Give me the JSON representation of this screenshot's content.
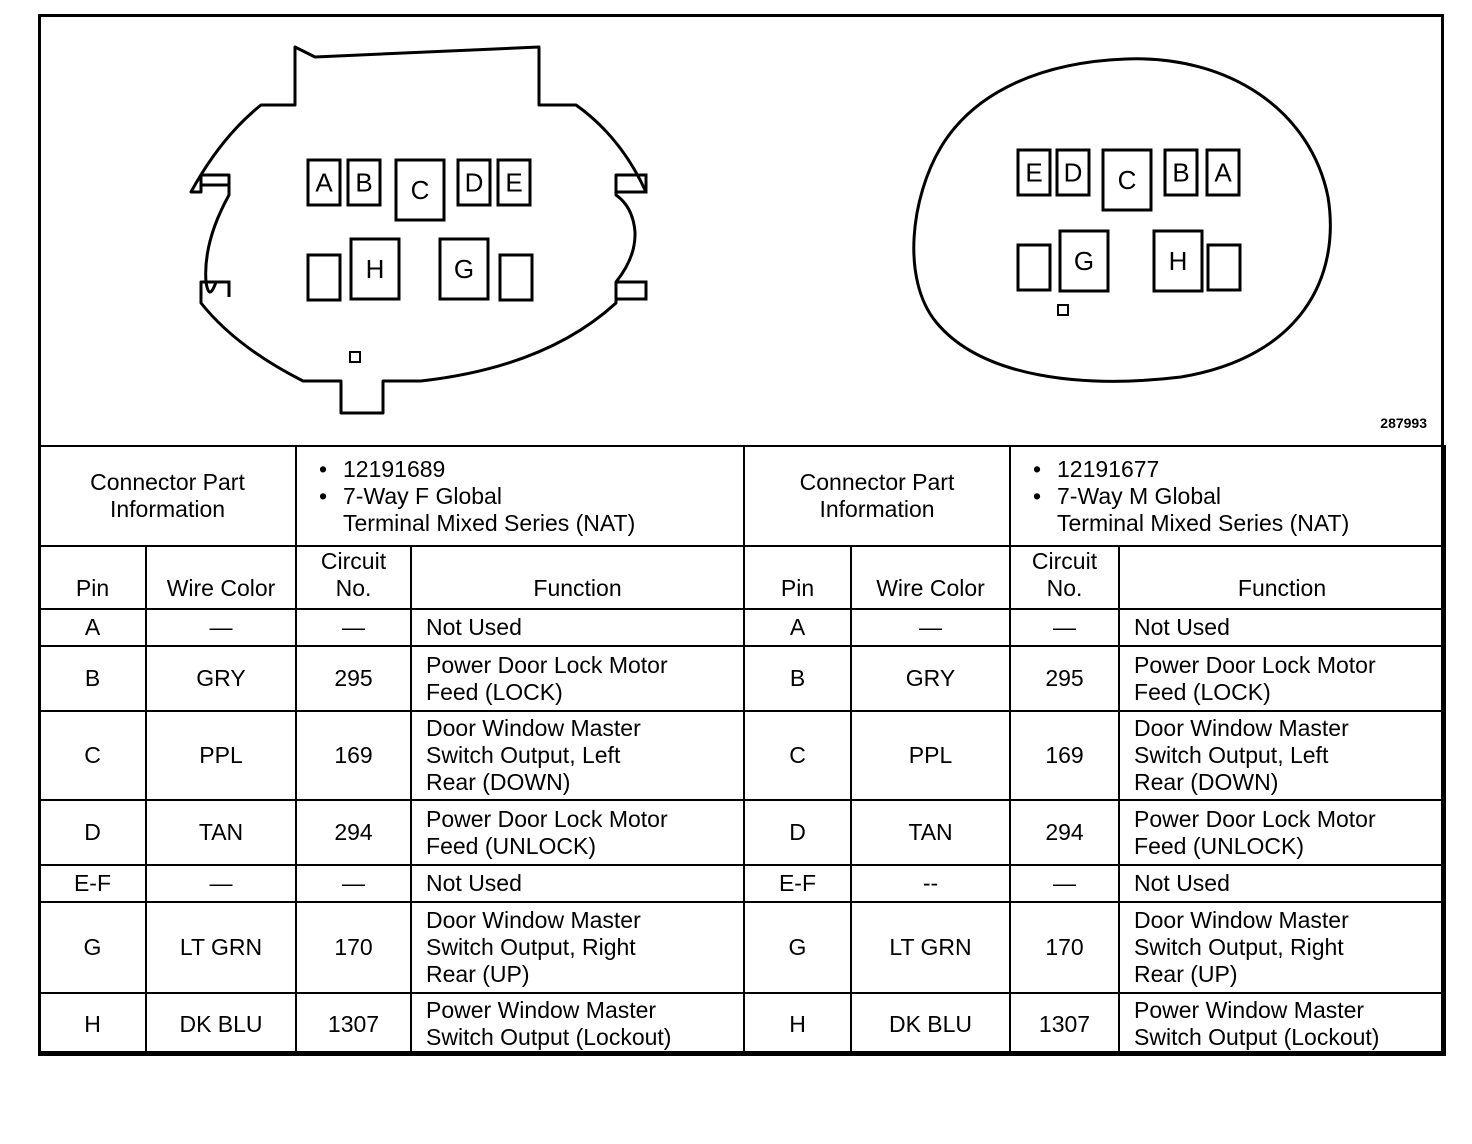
{
  "figure_id": "287993",
  "connectors": [
    {
      "key": "left",
      "info_label": "Connector Part Information",
      "info_items": [
        "12191689",
        "7-Way F Global\nTerminal Mixed Series (NAT)"
      ],
      "pins_face": {
        "top_row": [
          "A",
          "B",
          "C",
          "D",
          "E"
        ],
        "bottom_row": [
          "",
          "H",
          "G",
          ""
        ]
      },
      "headers": {
        "pin": "Pin",
        "wire": "Wire Color",
        "circuit": "Circuit\nNo.",
        "function": "Function"
      },
      "rows": [
        {
          "pin": "A",
          "wire": "—",
          "circuit": "—",
          "function": "Not Used"
        },
        {
          "pin": "B",
          "wire": "GRY",
          "circuit": "295",
          "function": "Power Door Lock Motor\nFeed (LOCK)"
        },
        {
          "pin": "C",
          "wire": "PPL",
          "circuit": "169",
          "function": "Door Window Master\nSwitch Output, Left\nRear (DOWN)"
        },
        {
          "pin": "D",
          "wire": "TAN",
          "circuit": "294",
          "function": "Power Door Lock Motor\nFeed (UNLOCK)"
        },
        {
          "pin": "E-F",
          "wire": "—",
          "circuit": "—",
          "function": "Not Used"
        },
        {
          "pin": "G",
          "wire": "LT GRN",
          "circuit": "170",
          "function": "Door Window Master\nSwitch Output, Right\nRear (UP)"
        },
        {
          "pin": "H",
          "wire": "DK BLU",
          "circuit": "1307",
          "function": "Power Window Master\nSwitch Output (Lockout)"
        }
      ]
    },
    {
      "key": "right",
      "info_label": "Connector Part Information",
      "info_items": [
        "12191677",
        "7-Way M Global\nTerminal Mixed Series (NAT)"
      ],
      "pins_face": {
        "top_row": [
          "E",
          "D",
          "C",
          "B",
          "A"
        ],
        "bottom_row": [
          "",
          "G",
          "H",
          ""
        ]
      },
      "headers": {
        "pin": "Pin",
        "wire": "Wire Color",
        "circuit": "Circuit\nNo.",
        "function": "Function"
      },
      "rows": [
        {
          "pin": "A",
          "wire": "—",
          "circuit": "—",
          "function": "Not Used"
        },
        {
          "pin": "B",
          "wire": "GRY",
          "circuit": "295",
          "function": "Power Door Lock Motor\nFeed (LOCK)"
        },
        {
          "pin": "C",
          "wire": "PPL",
          "circuit": "169",
          "function": "Door Window Master\nSwitch Output, Left\nRear (DOWN)"
        },
        {
          "pin": "D",
          "wire": "TAN",
          "circuit": "294",
          "function": "Power Door Lock Motor\nFeed (UNLOCK)"
        },
        {
          "pin": "E-F",
          "wire": "--",
          "circuit": "—",
          "function": "Not Used"
        },
        {
          "pin": "G",
          "wire": "LT GRN",
          "circuit": "170",
          "function": "Door Window Master\nSwitch Output, Right\nRear (UP)"
        },
        {
          "pin": "H",
          "wire": "DK BLU",
          "circuit": "1307",
          "function": "Power Window Master\nSwitch Output (Lockout)"
        }
      ]
    }
  ]
}
